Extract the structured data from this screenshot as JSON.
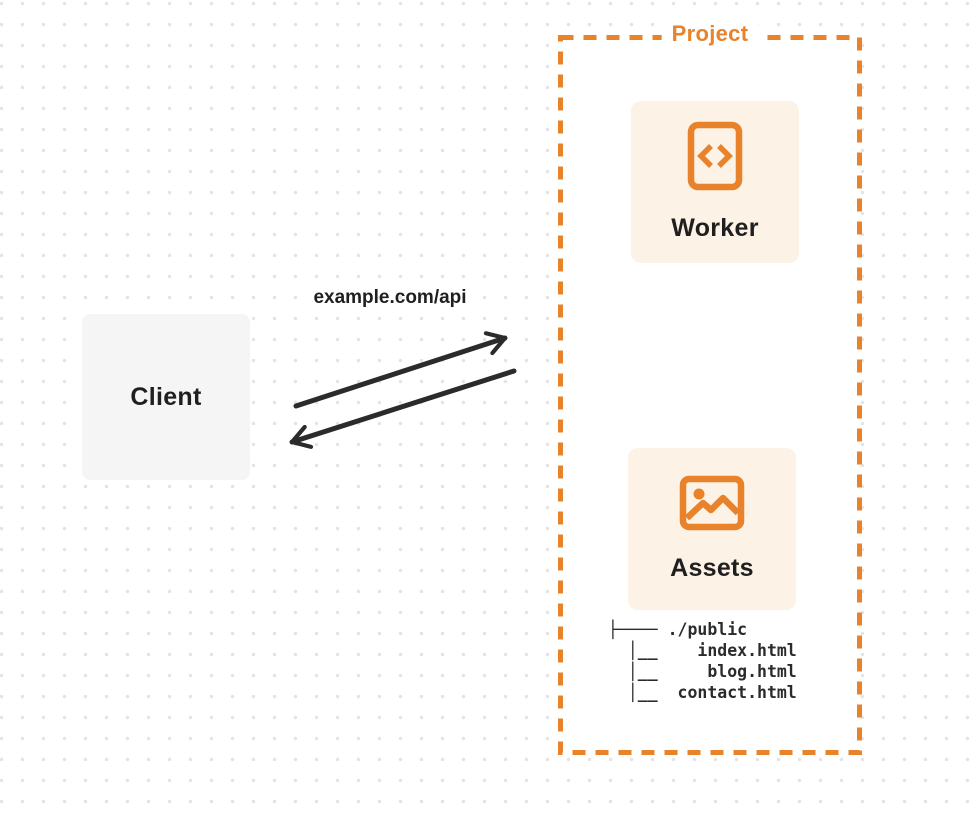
{
  "colors": {
    "accent": "#E8832C",
    "card_bg": "#FCF2E5",
    "client_bg": "#F5F5F6",
    "ink": "#1F1F1F",
    "arrow": "#2B2B2B",
    "dot": "#E4E4E4",
    "canvas_bg": "#FFFFFF"
  },
  "diagram": {
    "client": {
      "label": "Client"
    },
    "request_label": "example.com/api",
    "project": {
      "label": "Project",
      "worker": {
        "label": "Worker",
        "icon": "code-file-icon"
      },
      "assets": {
        "label": "Assets",
        "icon": "image-icon"
      },
      "file_tree_text": "├──── ./public\n  │__    index.html\n  │__     blog.html\n  │__  contact.html",
      "files": [
        "./public",
        "index.html",
        "blog.html",
        "contact.html"
      ]
    }
  }
}
